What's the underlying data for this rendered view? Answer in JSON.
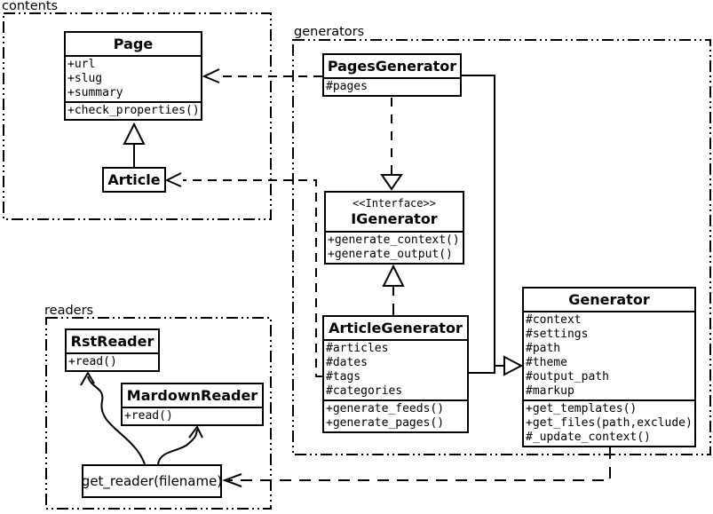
{
  "packages": {
    "contents": {
      "label": "contents"
    },
    "generators": {
      "label": "generators"
    },
    "readers": {
      "label": "readers"
    }
  },
  "classes": {
    "page": {
      "name": "Page",
      "attributes": [
        "+url",
        "+slug",
        "+summary"
      ],
      "methods": [
        "+check_properties()"
      ]
    },
    "article": {
      "name": "Article"
    },
    "pages_generator": {
      "name": "PagesGenerator",
      "attributes": [
        "#pages"
      ]
    },
    "igenerator": {
      "stereotype": "<<Interface>>",
      "name": "IGenerator",
      "methods": [
        "+generate_context()",
        "+generate_output()"
      ]
    },
    "article_generator": {
      "name": "ArticleGenerator",
      "attributes": [
        "#articles",
        "#dates",
        "#tags",
        "#categories"
      ],
      "methods": [
        "+generate_feeds()",
        "+generate_pages()"
      ]
    },
    "generator": {
      "name": "Generator",
      "attributes": [
        "#context",
        "#settings",
        "#path",
        "#theme",
        "#output_path",
        "#markup"
      ],
      "methods": [
        "+get_templates()",
        "+get_files(path,exclude)",
        "#_update_context()"
      ]
    },
    "rst_reader": {
      "name": "RstReader",
      "methods": [
        "+read()"
      ]
    },
    "mardown_reader": {
      "name": "MardownReader",
      "methods": [
        "+read()"
      ]
    },
    "get_reader": {
      "name": "get_reader(filename)"
    }
  },
  "relationships": [
    {
      "from": "Article",
      "to": "Page",
      "type": "inheritance"
    },
    {
      "from": "PagesGenerator",
      "to": "Page",
      "type": "dependency"
    },
    {
      "from": "ArticleGenerator",
      "to": "Article",
      "type": "dependency"
    },
    {
      "from": "PagesGenerator",
      "to": "IGenerator",
      "type": "realization"
    },
    {
      "from": "ArticleGenerator",
      "to": "IGenerator",
      "type": "realization"
    },
    {
      "from": "PagesGenerator",
      "to": "Generator",
      "type": "inheritance"
    },
    {
      "from": "ArticleGenerator",
      "to": "Generator",
      "type": "inheritance"
    },
    {
      "from": "Generator",
      "to": "get_reader(filename)",
      "type": "dependency"
    },
    {
      "from": "get_reader(filename)",
      "to": "RstReader",
      "type": "arrow"
    },
    {
      "from": "get_reader(filename)",
      "to": "MardownReader",
      "type": "arrow"
    }
  ],
  "colors": {
    "stroke": "#000000",
    "background": "#ffffff"
  }
}
